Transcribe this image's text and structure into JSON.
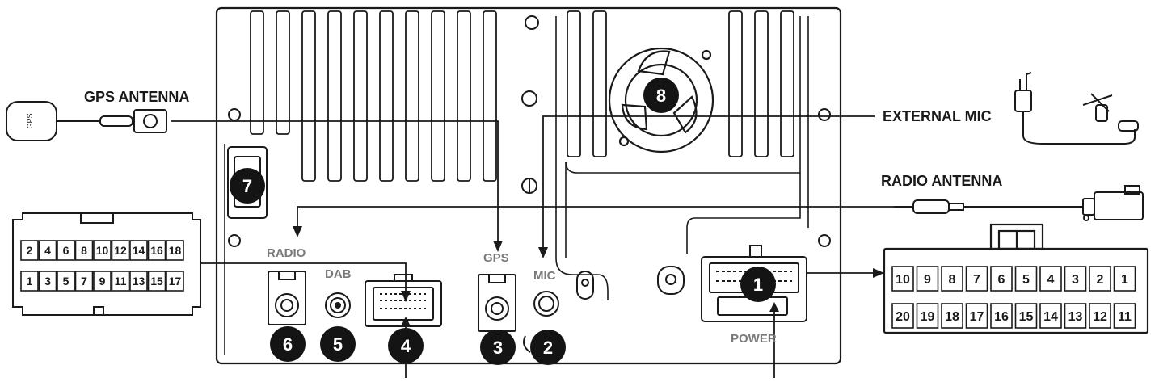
{
  "labels": {
    "gps_antenna": "GPS ANTENNA",
    "external_mic": "EXTERNAL MIC",
    "radio_antenna": "RADIO ANTENNA",
    "radio_port": "RADIO",
    "dab_port": "DAB",
    "gps_port": "GPS",
    "mic_port": "MIC",
    "power_port": "POWER",
    "gps_module_text": "GPS"
  },
  "badges": [
    "1",
    "2",
    "3",
    "4",
    "5",
    "6",
    "7",
    "8"
  ],
  "left_connector": {
    "top_row": [
      "2",
      "4",
      "6",
      "8",
      "10",
      "12",
      "14",
      "16",
      "18"
    ],
    "bottom_row": [
      "1",
      "3",
      "5",
      "7",
      "9",
      "11",
      "13",
      "15",
      "17"
    ]
  },
  "right_connector": {
    "top_row": [
      "10",
      "9",
      "8",
      "7",
      "6",
      "5",
      "4",
      "3",
      "2",
      "1"
    ],
    "bottom_row": [
      "20",
      "19",
      "18",
      "17",
      "16",
      "15",
      "14",
      "13",
      "12",
      "11"
    ]
  },
  "colors": {
    "line": "#1a1a1a",
    "badge": "#141414",
    "muted": "#7a7a7a"
  }
}
